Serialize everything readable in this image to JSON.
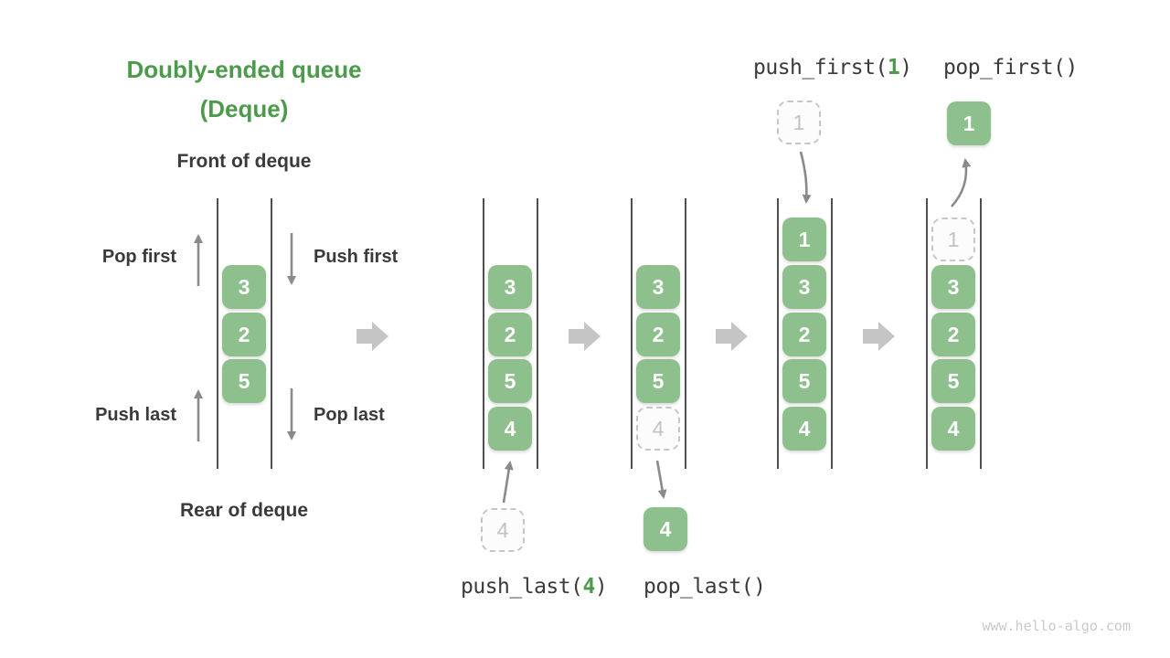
{
  "title": {
    "line1": "Doubly-ended queue",
    "line2": "(Deque)"
  },
  "labels": {
    "front": "Front of deque",
    "rear": "Rear of deque",
    "pop_first": "Pop first",
    "push_first": "Push first",
    "push_last": "Push last",
    "pop_last": "Pop last"
  },
  "operations": {
    "push_last": {
      "pre": "push_last(",
      "arg": "4",
      "post": ")"
    },
    "pop_last": {
      "pre": "pop_last()",
      "arg": "",
      "post": ""
    },
    "push_first": {
      "pre": "push_first(",
      "arg": "1",
      "post": ")"
    },
    "pop_first": {
      "pre": "pop_first()",
      "arg": "",
      "post": ""
    }
  },
  "queues": [
    {
      "id": "initial",
      "cells": [
        {
          "row": 1,
          "value": "3",
          "style": "solid"
        },
        {
          "row": 2,
          "value": "2",
          "style": "solid"
        },
        {
          "row": 3,
          "value": "5",
          "style": "solid"
        }
      ]
    },
    {
      "id": "after-push-last",
      "cells": [
        {
          "row": 1,
          "value": "3",
          "style": "solid"
        },
        {
          "row": 2,
          "value": "2",
          "style": "solid"
        },
        {
          "row": 3,
          "value": "5",
          "style": "solid"
        },
        {
          "row": 4,
          "value": "4",
          "style": "solid"
        }
      ]
    },
    {
      "id": "during-pop-last",
      "cells": [
        {
          "row": 1,
          "value": "3",
          "style": "solid"
        },
        {
          "row": 2,
          "value": "2",
          "style": "solid"
        },
        {
          "row": 3,
          "value": "5",
          "style": "solid"
        },
        {
          "row": 4,
          "value": "4",
          "style": "dashed"
        }
      ]
    },
    {
      "id": "after-push-first",
      "cells": [
        {
          "row": 0,
          "value": "1",
          "style": "solid"
        },
        {
          "row": 1,
          "value": "3",
          "style": "solid"
        },
        {
          "row": 2,
          "value": "2",
          "style": "solid"
        },
        {
          "row": 3,
          "value": "5",
          "style": "solid"
        },
        {
          "row": 4,
          "value": "4",
          "style": "solid"
        }
      ]
    },
    {
      "id": "during-pop-first",
      "cells": [
        {
          "row": 0,
          "value": "1",
          "style": "dashed"
        },
        {
          "row": 1,
          "value": "3",
          "style": "solid"
        },
        {
          "row": 2,
          "value": "2",
          "style": "solid"
        },
        {
          "row": 3,
          "value": "5",
          "style": "solid"
        },
        {
          "row": 4,
          "value": "4",
          "style": "solid"
        }
      ]
    }
  ],
  "external_cells": {
    "incoming_4": {
      "value": "4",
      "style": "dashed"
    },
    "outgoing_4": {
      "value": "4",
      "style": "solid"
    },
    "incoming_1": {
      "value": "1",
      "style": "dashed"
    },
    "outgoing_1": {
      "value": "1",
      "style": "solid"
    }
  },
  "watermark": "www.hello-algo.com",
  "colors": {
    "cell_green": "#8dc08d",
    "accent_green": "#4c9b4c",
    "text_dark": "#3a3a3a",
    "dashed_border": "#c6c6c6",
    "dashed_text": "#c2c2c2",
    "wall": "#4f4f4f",
    "thin_arrow": "#8a8a8a",
    "block_arrow": "#c5c5c5",
    "watermark": "#c9c9c9"
  }
}
